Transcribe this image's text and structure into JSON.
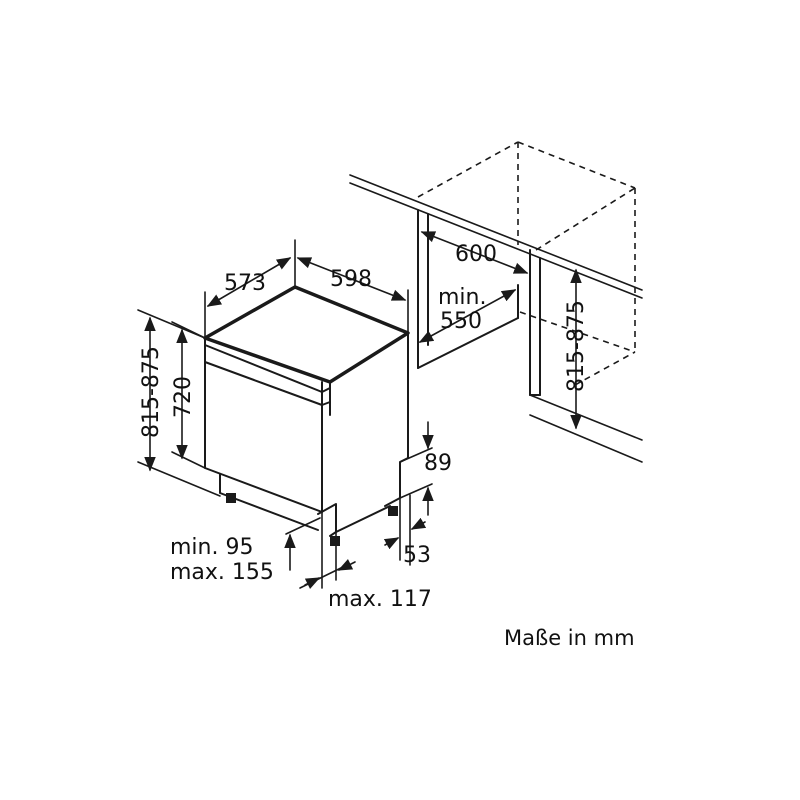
{
  "labels": {
    "depth": "573",
    "width": "598",
    "niche_width": "600",
    "niche_depth_line1": "min.",
    "niche_depth_line2": "550",
    "height_range_left": "815-875",
    "height_body": "720",
    "height_range_right": "815-875",
    "plinth_height": "89",
    "plinth_depth": "53",
    "foot_min": "min. 95",
    "foot_max": "max. 155",
    "door_offset": "max. 117",
    "units_note": "Maße in mm"
  },
  "colors": {
    "line": "#1a1a1a",
    "background": "#ffffff"
  }
}
